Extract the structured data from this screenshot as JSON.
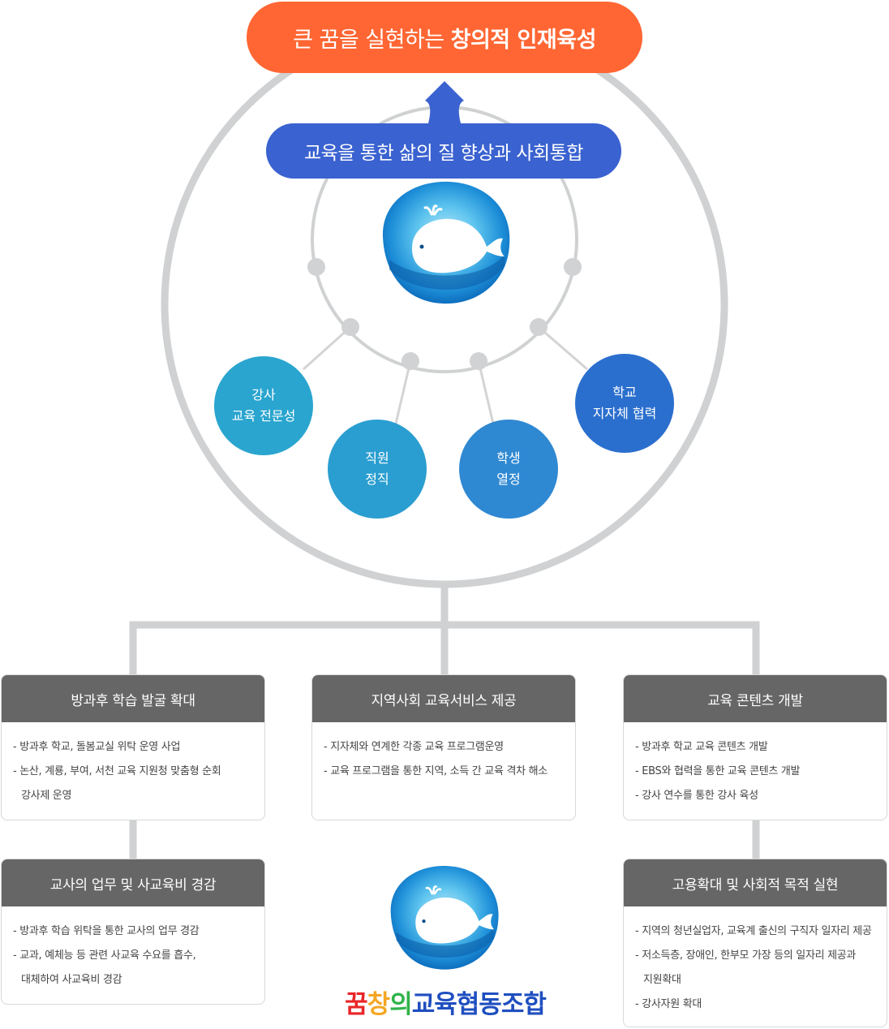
{
  "top_goal": {
    "prefix": "큰 꿈을 실현하는",
    "emphasis": "창의적 인재육성"
  },
  "mid_goal": "교육을 통한 삶의 질 향상과 사회통합",
  "nodes": [
    {
      "line1": "강사",
      "line2": "교육 전문성"
    },
    {
      "line1": "직원",
      "line2": "정직"
    },
    {
      "line1": "학생",
      "line2": "열정"
    },
    {
      "line1": "학교",
      "line2": "지자체 협력"
    }
  ],
  "cards": {
    "after_school": {
      "title": "방과후 학습 발굴 확대",
      "items": [
        "- 방과후 학교, 돌봄교실 위탁  운영 사업",
        "- 논산, 계룡, 부여, 서천 교육 지원청 맞춤형 순회",
        "강사제 운영"
      ]
    },
    "community": {
      "title": "지역사회 교육서비스 제공",
      "items": [
        "- 지자체와 연계한 각종 교육 프로그램운영",
        "- 교육 프로그램을 통한 지역,  소득 간 교육 격차 해소"
      ]
    },
    "contents": {
      "title": "교육 콘텐츠 개발",
      "items": [
        "- 방과후 학교 교육 콘텐츠  개발",
        "- EBS와 협력을 통한 교육 콘텐츠 개발",
        "- 강사 연수를 통한 강사 육성"
      ]
    },
    "teacher": {
      "title": "교사의 업무 및 사교육비 경감",
      "items": [
        "- 방과후 학습 위탁을 통한 교사의 업무 경감",
        "- 교과, 예체능 등 관련 사교육 수요를 흡수,",
        "대체하여 사교육비 경감"
      ]
    },
    "employment": {
      "title": "고용확대 및 사회적 목적 실현",
      "items": [
        "- 지역의 청년실업자, 교육계 출신의 구직자 일자리 제공",
        "- 저소득층, 장애인, 한부모 가장 등의 일자리 제공과",
        "지원확대",
        "- 강사자원 확대"
      ]
    }
  },
  "brand": {
    "c1": "꿈",
    "c2": "창",
    "c3": "의",
    "c4": "교육협동조합"
  },
  "colors": {
    "orange": "#ff6633",
    "blue_pill": "#3a62d0",
    "node_teal": "#2aa5cf",
    "node_blue": "#2f7bd0",
    "line_gray": "#cccccc",
    "card_head": "#666666"
  }
}
